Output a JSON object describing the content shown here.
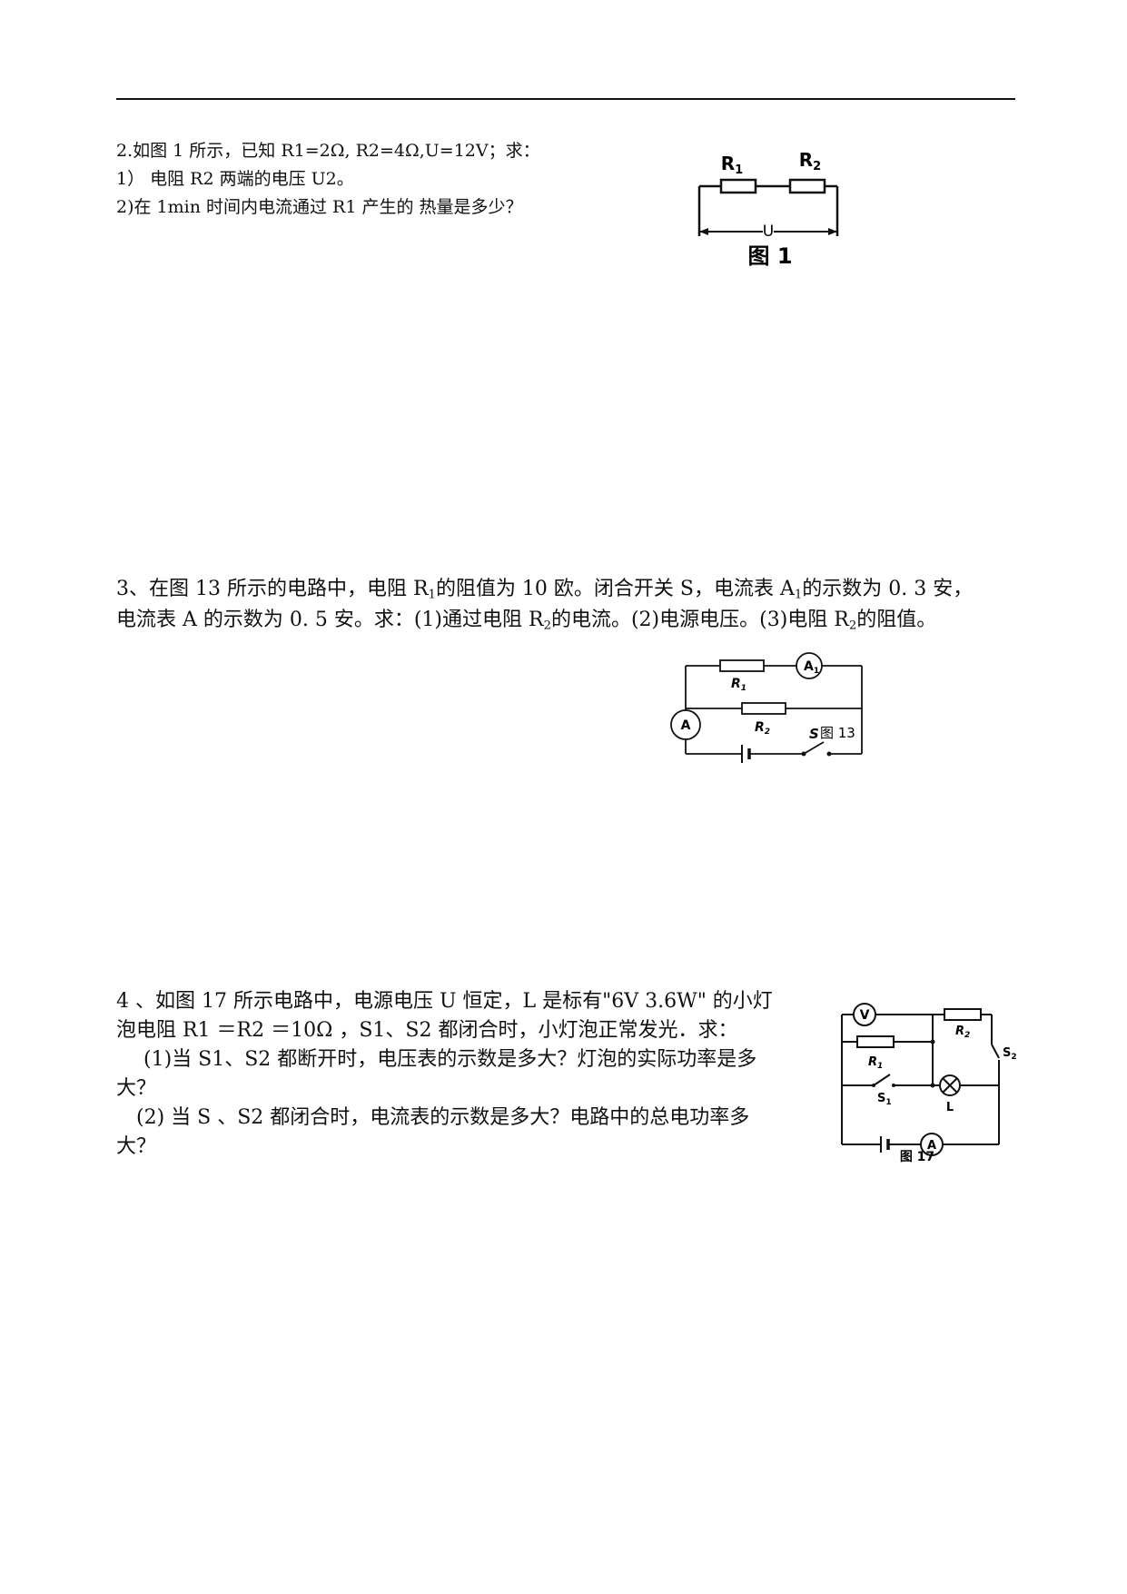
{
  "q2": {
    "line1": "2.如图 1 所示，已知 R1=2Ω, R2=4Ω,U=12V；求：",
    "line2": "1）  电阻 R2 两端的电压 U2。",
    "line3": "2)在 1min 时间内电流通过 R1 产生的  热量是多少？",
    "fig": {
      "r1": "R",
      "r1_sub": "1",
      "r2": "R",
      "r2_sub": "2",
      "u": "U",
      "caption": "图 1"
    }
  },
  "q3": {
    "l1_a": "3、在图 13 所示的电路中，电阻 R",
    "l1_s1": "1",
    "l1_b": "的阻值为 10 欧。闭合开关  S，电流表 A",
    "l1_s2": "1",
    "l1_c": "的示数为 0. 3 安，",
    "l2_a": "电流表 A 的示数为 0. 5 安。求：(1)通过电阻 R",
    "l2_s1": "2",
    "l2_b": "的电流。(2)电源电压。(3)电阻 R",
    "l2_s2": "2",
    "l2_c": "的阻值。",
    "fig": {
      "r1": "R",
      "r1_sub": "1",
      "r2": "R",
      "r2_sub": "2",
      "a1": "A",
      "a1_sub": "1",
      "a": "A",
      "s": "S",
      "caption": "图 13"
    }
  },
  "q4": {
    "line1": "4 、如图 17  所示电路中，电源电压 U  恒定，L  是标有\"6V 3.6W\" 的小灯",
    "line2": "泡电阻 R1 ＝R2 ＝10Ω ，S1、S2 都闭合时，小灯泡正常发光．求：",
    "line3": "(1)当 S1、S2 都断开时，电压表的示数是多大？灯泡的实际功率是多",
    "line4": "大？",
    "line5": "(2) 当 S 、S2  都闭合时，电流表的示数是多大？电路中的总电功率多",
    "line6": "大？",
    "fig": {
      "v": "V",
      "r2": "R",
      "r2_sub": "2",
      "r1": "R",
      "r1_sub": "1",
      "s1": "S",
      "s1_sub": "1",
      "s2": "S",
      "s2_sub": "2",
      "l": "L",
      "a": "A",
      "caption": "图 17"
    }
  }
}
